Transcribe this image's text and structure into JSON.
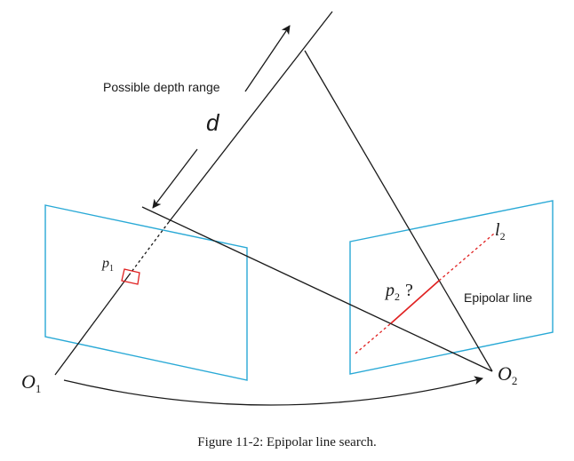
{
  "labels": {
    "depth_range": "Possible depth range",
    "depth_symbol": "d",
    "p1": "p",
    "p1_sub": "1",
    "p2": "p",
    "p2_sub": "2",
    "p2_query": "?",
    "l2": "l",
    "l2_sub": "2",
    "epipolar_line": "Epipolar line",
    "o1": "O",
    "o1_sub": "1",
    "o2": "O",
    "o2_sub": "2"
  },
  "caption": "Figure 11-2: Epipolar line search.",
  "colors": {
    "stroke": "#1a1a1a",
    "image_plane": "#29a9d6",
    "highlight": "#e02020"
  }
}
